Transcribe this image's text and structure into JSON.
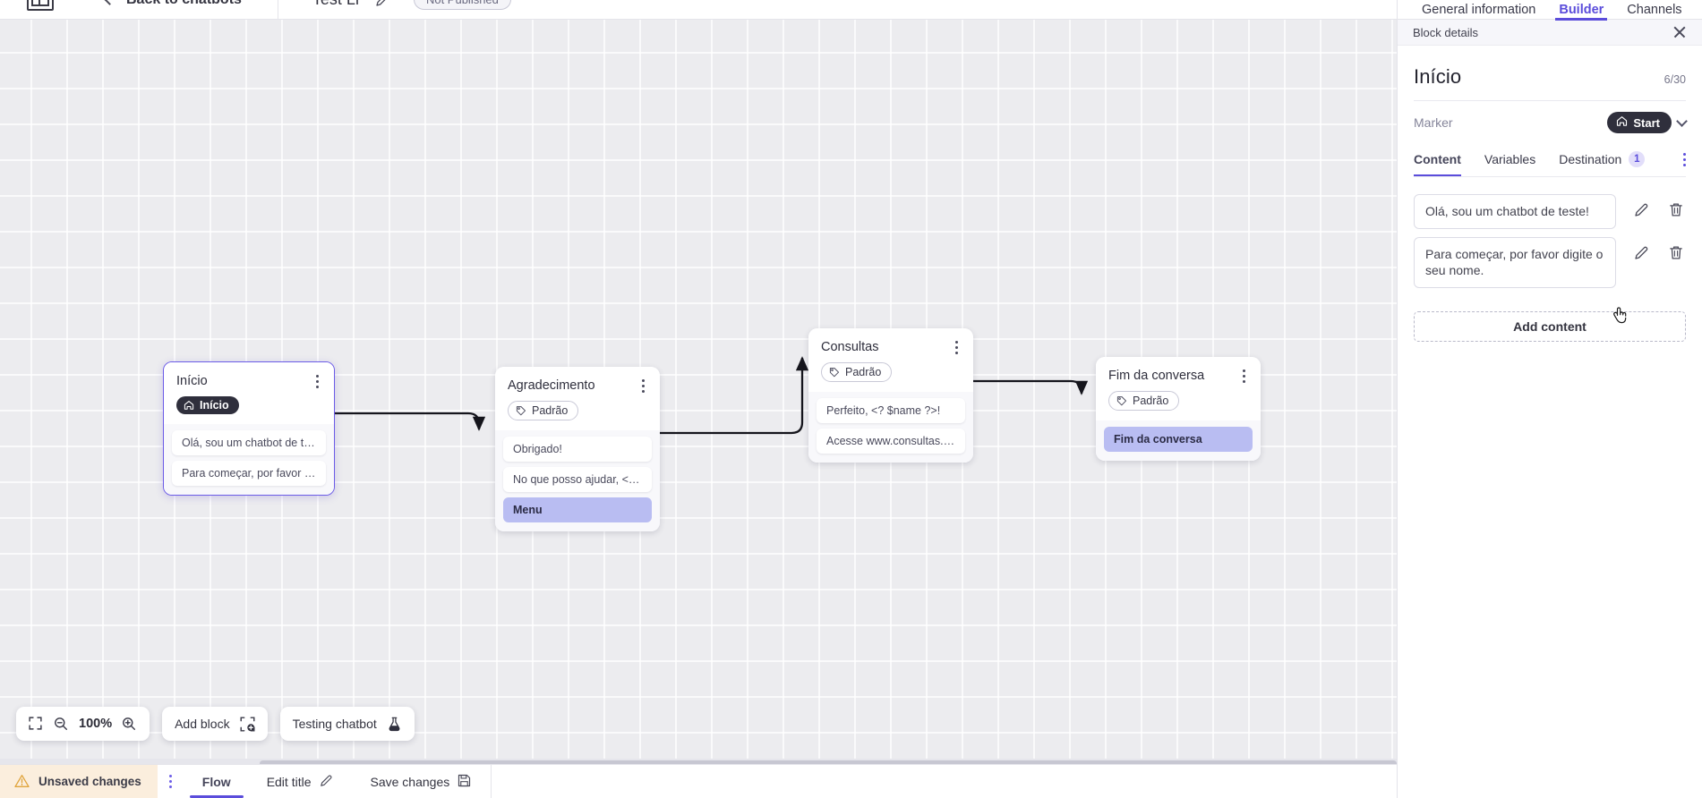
{
  "topbar": {
    "logo_icon": "product-logo-icon",
    "back_icon": "chevron-left-icon",
    "back_label": "Back to chatbots",
    "bot_title": "Test Li",
    "edit_title_icon": "pencil-icon",
    "publish_status": "Not Published"
  },
  "canvas": {
    "zoom_level": "100%",
    "fit_icon": "fit-screen-icon",
    "zoom_out_icon": "zoom-out-icon",
    "zoom_in_icon": "zoom-in-icon",
    "add_block_label": "Add block",
    "add_block_icon": "add-block-icon",
    "testing_label": "Testing chatbot",
    "testing_icon": "flask-icon",
    "nodes": [
      {
        "id": "inicio",
        "title": "Início",
        "chip": {
          "label": "Início",
          "icon": "home-icon",
          "style": "start"
        },
        "messages": [
          {
            "text": "Olá, sou um chatbot de teste!",
            "style": "plain"
          },
          {
            "text": "Para começar, por favor digite o ...",
            "style": "plain"
          }
        ],
        "selected": true
      },
      {
        "id": "agradecimento",
        "title": "Agradecimento",
        "chip": {
          "label": "Padrão",
          "icon": "tag-icon",
          "style": "default"
        },
        "messages": [
          {
            "text": "Obrigado!",
            "style": "plain"
          },
          {
            "text": "No que posso ajudar, <? $name ...",
            "style": "plain"
          },
          {
            "text": "Menu",
            "style": "accent"
          }
        ],
        "selected": false
      },
      {
        "id": "consultas",
        "title": "Consultas",
        "chip": {
          "label": "Padrão",
          "icon": "tag-icon",
          "style": "default"
        },
        "messages": [
          {
            "text": "Perfeito, <? $name ?>!",
            "style": "plain"
          },
          {
            "text": "Acesse www.consultas.com par...",
            "style": "plain"
          }
        ],
        "selected": false
      },
      {
        "id": "fim",
        "title": "Fim da conversa",
        "chip": {
          "label": "Padrão",
          "icon": "tag-icon",
          "style": "default"
        },
        "messages": [
          {
            "text": "Fim da conversa",
            "style": "accent"
          }
        ],
        "selected": false
      }
    ]
  },
  "statusbar": {
    "unsaved_label": "Unsaved changes",
    "warning_icon": "warning-triangle-icon",
    "kebab_icon": "more-vertical-icon",
    "flow_label": "Flow",
    "edit_title_label": "Edit title",
    "edit_title_icon": "pencil-icon",
    "save_label": "Save changes",
    "save_icon": "floppy-disk-icon"
  },
  "right_panel": {
    "tabs": [
      {
        "label": "General information",
        "active": false
      },
      {
        "label": "Builder",
        "active": true
      },
      {
        "label": "Channels",
        "active": false
      }
    ],
    "block_details_label": "Block details",
    "close_icon": "close-icon",
    "block_title": "Início",
    "char_count": "6/30",
    "marker_label": "Marker",
    "marker_value": "Start",
    "marker_icon": "home-icon",
    "marker_chevron": "chevron-down-icon",
    "panel_tabs": [
      {
        "label": "Content",
        "active": true,
        "badge": ""
      },
      {
        "label": "Variables",
        "active": false,
        "badge": ""
      },
      {
        "label": "Destination",
        "active": false,
        "badge": "1"
      }
    ],
    "panel_kebab_icon": "more-vertical-icon",
    "content_items": [
      {
        "text": "Olá, sou um chatbot de teste!",
        "edit_icon": "pencil-icon",
        "delete_icon": "trash-icon"
      },
      {
        "text": "Para começar, por favor digite o seu nome.",
        "edit_icon": "pencil-icon",
        "delete_icon": "trash-icon"
      }
    ],
    "add_content_label": "Add content"
  },
  "colors": {
    "accent": "#5b4ddb",
    "canvas_bg": "#ececef",
    "node_accent": "#b9bdf2",
    "warning_bg": "#fbeedd",
    "chip_dark": "#2f2f3c"
  }
}
